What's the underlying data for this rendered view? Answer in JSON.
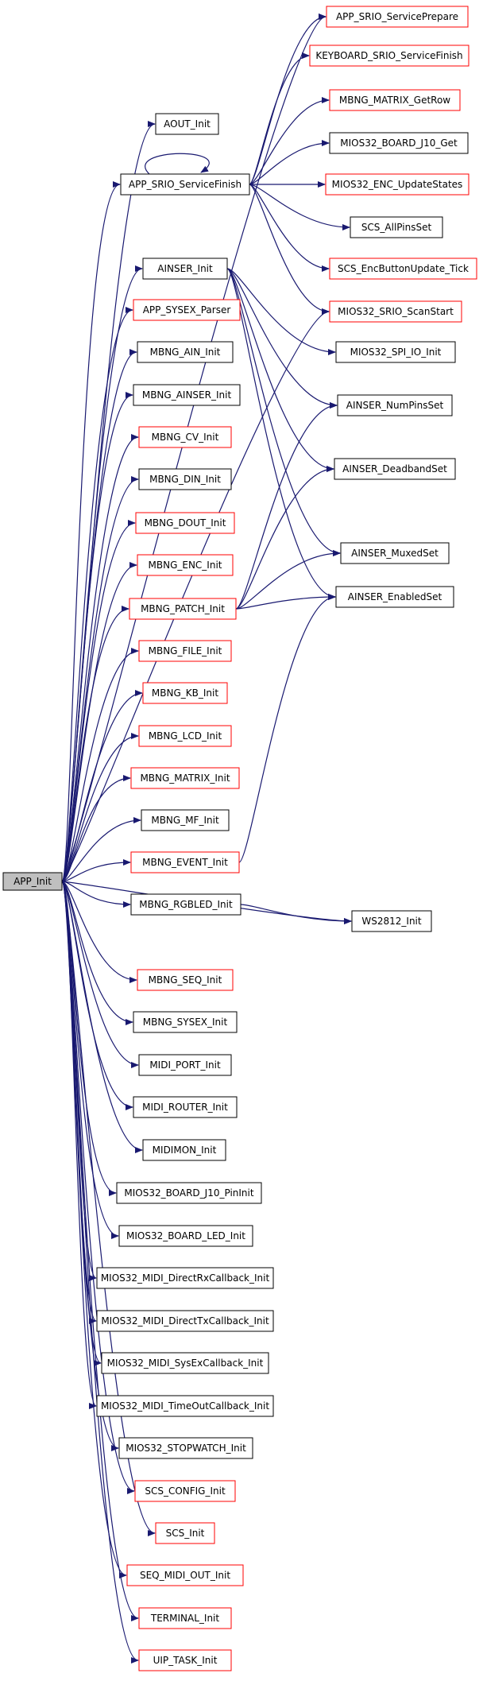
{
  "colors": {
    "edge": "#191970",
    "node_border_black": "#000000",
    "node_border_red": "#ff0000",
    "root_fill": "#bfbfbf",
    "node_fill": "#ffffff",
    "text": "#000000"
  },
  "root": {
    "id": "app_init",
    "label": "APP_Init"
  },
  "nodes": [
    {
      "id": "app_srio_serviceprepare",
      "label": "APP_SRIO_ServicePrepare",
      "border": "red"
    },
    {
      "id": "keyboard_srio_servicefinish",
      "label": "KEYBOARD_SRIO_ServiceFinish",
      "border": "red"
    },
    {
      "id": "aout_init",
      "label": "AOUT_Init",
      "border": "black"
    },
    {
      "id": "mbng_matrix_getrow",
      "label": "MBNG_MATRIX_GetRow",
      "border": "red"
    },
    {
      "id": "mios32_board_j10_get",
      "label": "MIOS32_BOARD_J10_Get",
      "border": "black"
    },
    {
      "id": "app_srio_servicefinish",
      "label": "APP_SRIO_ServiceFinish",
      "border": "black"
    },
    {
      "id": "mios32_enc_updatestates",
      "label": "MIOS32_ENC_UpdateStates",
      "border": "red"
    },
    {
      "id": "scs_allpinsset",
      "label": "SCS_AllPinsSet",
      "border": "black"
    },
    {
      "id": "scs_encbuttonupdate_tick",
      "label": "SCS_EncButtonUpdate_Tick",
      "border": "red"
    },
    {
      "id": "ainser_init",
      "label": "AINSER_Init",
      "border": "black"
    },
    {
      "id": "app_sysex_parser",
      "label": "APP_SYSEX_Parser",
      "border": "red"
    },
    {
      "id": "mios32_srio_scanstart",
      "label": "MIOS32_SRIO_ScanStart",
      "border": "red"
    },
    {
      "id": "mbng_ain_init",
      "label": "MBNG_AIN_Init",
      "border": "black"
    },
    {
      "id": "mios32_spi_io_init",
      "label": "MIOS32_SPI_IO_Init",
      "border": "black"
    },
    {
      "id": "mbng_ainser_init",
      "label": "MBNG_AINSER_Init",
      "border": "black"
    },
    {
      "id": "ainser_numpinsset",
      "label": "AINSER_NumPinsSet",
      "border": "black"
    },
    {
      "id": "mbng_cv_init",
      "label": "MBNG_CV_Init",
      "border": "red"
    },
    {
      "id": "ainser_deadbandset",
      "label": "AINSER_DeadbandSet",
      "border": "black"
    },
    {
      "id": "mbng_din_init",
      "label": "MBNG_DIN_Init",
      "border": "black"
    },
    {
      "id": "mbng_dout_init",
      "label": "MBNG_DOUT_Init",
      "border": "red"
    },
    {
      "id": "ainser_muxedset",
      "label": "AINSER_MuxedSet",
      "border": "black"
    },
    {
      "id": "mbng_enc_init",
      "label": "MBNG_ENC_Init",
      "border": "red"
    },
    {
      "id": "mbng_patch_init",
      "label": "MBNG_PATCH_Init",
      "border": "red"
    },
    {
      "id": "ainser_enabledset",
      "label": "AINSER_EnabledSet",
      "border": "black"
    },
    {
      "id": "mbng_file_init",
      "label": "MBNG_FILE_Init",
      "border": "red"
    },
    {
      "id": "mbng_kb_init",
      "label": "MBNG_KB_Init",
      "border": "red"
    },
    {
      "id": "mbng_lcd_init",
      "label": "MBNG_LCD_Init",
      "border": "red"
    },
    {
      "id": "mbng_matrix_init",
      "label": "MBNG_MATRIX_Init",
      "border": "red"
    },
    {
      "id": "mbng_mf_init",
      "label": "MBNG_MF_Init",
      "border": "black"
    },
    {
      "id": "mbng_event_init",
      "label": "MBNG_EVENT_Init",
      "border": "red"
    },
    {
      "id": "mbng_rgbled_init",
      "label": "MBNG_RGBLED_Init",
      "border": "black"
    },
    {
      "id": "ws2812_init",
      "label": "WS2812_Init",
      "border": "black"
    },
    {
      "id": "mbng_seq_init",
      "label": "MBNG_SEQ_Init",
      "border": "red"
    },
    {
      "id": "mbng_sysex_init",
      "label": "MBNG_SYSEX_Init",
      "border": "black"
    },
    {
      "id": "midi_port_init",
      "label": "MIDI_PORT_Init",
      "border": "black"
    },
    {
      "id": "midi_router_init",
      "label": "MIDI_ROUTER_Init",
      "border": "black"
    },
    {
      "id": "midimon_init",
      "label": "MIDIMON_Init",
      "border": "black"
    },
    {
      "id": "mios32_board_j10_pininit",
      "label": "MIOS32_BOARD_J10_PinInit",
      "border": "black"
    },
    {
      "id": "mios32_board_led_init",
      "label": "MIOS32_BOARD_LED_Init",
      "border": "black"
    },
    {
      "id": "mios32_midi_directrxcallback_init",
      "label": "MIOS32_MIDI_DirectRxCallback_Init",
      "border": "black"
    },
    {
      "id": "mios32_midi_directtxcallback_init",
      "label": "MIOS32_MIDI_DirectTxCallback_Init",
      "border": "black"
    },
    {
      "id": "mios32_midi_sysexcallback_init",
      "label": "MIOS32_MIDI_SysExCallback_Init",
      "border": "black"
    },
    {
      "id": "mios32_midi_timeoutcallback_init",
      "label": "MIOS32_MIDI_TimeOutCallback_Init",
      "border": "black"
    },
    {
      "id": "mios32_stopwatch_init",
      "label": "MIOS32_STOPWATCH_Init",
      "border": "black"
    },
    {
      "id": "scs_config_init",
      "label": "SCS_CONFIG_Init",
      "border": "red"
    },
    {
      "id": "scs_init",
      "label": "SCS_Init",
      "border": "red"
    },
    {
      "id": "seq_midi_out_init",
      "label": "SEQ_MIDI_OUT_Init",
      "border": "red"
    },
    {
      "id": "terminal_init",
      "label": "TERMINAL_Init",
      "border": "red"
    },
    {
      "id": "uip_task_init",
      "label": "UIP_TASK_Init",
      "border": "red"
    }
  ],
  "edges": [
    [
      "app_init",
      "app_srio_serviceprepare"
    ],
    [
      "app_init",
      "aout_init"
    ],
    [
      "app_init",
      "app_srio_servicefinish"
    ],
    [
      "app_init",
      "ainser_init"
    ],
    [
      "app_init",
      "app_sysex_parser"
    ],
    [
      "app_init",
      "mios32_srio_scanstart"
    ],
    [
      "app_init",
      "mbng_ain_init"
    ],
    [
      "app_init",
      "mbng_ainser_init"
    ],
    [
      "app_init",
      "mbng_cv_init"
    ],
    [
      "app_init",
      "mbng_din_init"
    ],
    [
      "app_init",
      "mbng_dout_init"
    ],
    [
      "app_init",
      "mbng_enc_init"
    ],
    [
      "app_init",
      "mbng_patch_init"
    ],
    [
      "app_init",
      "mbng_file_init"
    ],
    [
      "app_init",
      "mbng_kb_init"
    ],
    [
      "app_init",
      "mbng_lcd_init"
    ],
    [
      "app_init",
      "mbng_matrix_init"
    ],
    [
      "app_init",
      "mbng_mf_init"
    ],
    [
      "app_init",
      "mbng_event_init"
    ],
    [
      "app_init",
      "mbng_rgbled_init"
    ],
    [
      "app_init",
      "ws2812_init"
    ],
    [
      "app_init",
      "mbng_seq_init"
    ],
    [
      "app_init",
      "mbng_sysex_init"
    ],
    [
      "app_init",
      "midi_port_init"
    ],
    [
      "app_init",
      "midi_router_init"
    ],
    [
      "app_init",
      "midimon_init"
    ],
    [
      "app_init",
      "mios32_board_j10_pininit"
    ],
    [
      "app_init",
      "mios32_board_led_init"
    ],
    [
      "app_init",
      "mios32_midi_directrxcallback_init"
    ],
    [
      "app_init",
      "mios32_midi_directtxcallback_init"
    ],
    [
      "app_init",
      "mios32_midi_sysexcallback_init"
    ],
    [
      "app_init",
      "mios32_midi_timeoutcallback_init"
    ],
    [
      "app_init",
      "mios32_stopwatch_init"
    ],
    [
      "app_init",
      "scs_config_init"
    ],
    [
      "app_init",
      "scs_init"
    ],
    [
      "app_init",
      "seq_midi_out_init"
    ],
    [
      "app_init",
      "terminal_init"
    ],
    [
      "app_init",
      "uip_task_init"
    ],
    [
      "app_srio_servicefinish",
      "app_srio_servicefinish"
    ],
    [
      "app_srio_servicefinish",
      "app_srio_serviceprepare"
    ],
    [
      "app_srio_servicefinish",
      "keyboard_srio_servicefinish"
    ],
    [
      "app_srio_servicefinish",
      "mbng_matrix_getrow"
    ],
    [
      "app_srio_servicefinish",
      "mios32_board_j10_get"
    ],
    [
      "app_srio_servicefinish",
      "mios32_enc_updatestates"
    ],
    [
      "app_srio_servicefinish",
      "scs_allpinsset"
    ],
    [
      "app_srio_servicefinish",
      "scs_encbuttonupdate_tick"
    ],
    [
      "app_srio_servicefinish",
      "mios32_srio_scanstart"
    ],
    [
      "ainser_init",
      "mios32_spi_io_init"
    ],
    [
      "ainser_init",
      "ainser_numpinsset"
    ],
    [
      "ainser_init",
      "ainser_deadbandset"
    ],
    [
      "ainser_init",
      "ainser_muxedset"
    ],
    [
      "ainser_init",
      "ainser_enabledset"
    ],
    [
      "mbng_patch_init",
      "ainser_numpinsset"
    ],
    [
      "mbng_patch_init",
      "ainser_deadbandset"
    ],
    [
      "mbng_patch_init",
      "ainser_muxedset"
    ],
    [
      "mbng_patch_init",
      "ainser_enabledset"
    ],
    [
      "mbng_event_init",
      "ainser_enabledset"
    ],
    [
      "mbng_rgbled_init",
      "ws2812_init"
    ]
  ]
}
